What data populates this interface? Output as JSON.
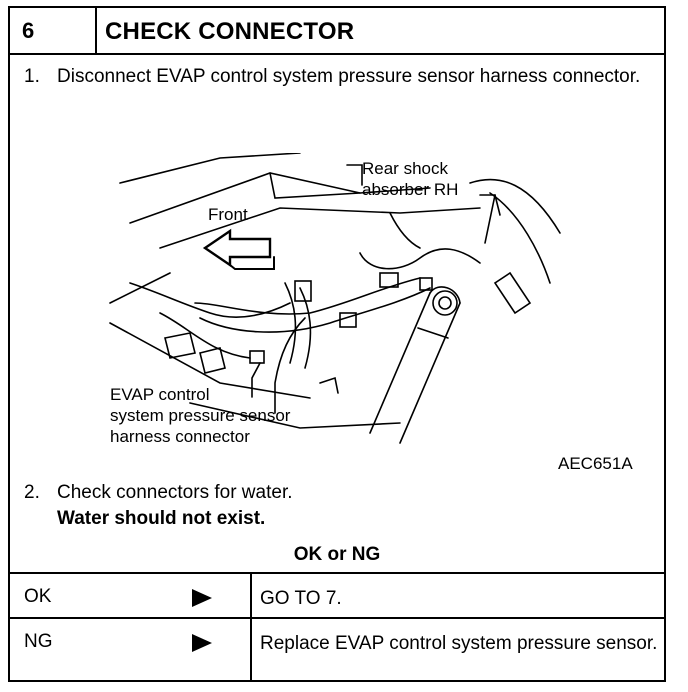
{
  "step": {
    "number": "6",
    "title": "CHECK CONNECTOR"
  },
  "instructions": [
    {
      "num": "1.",
      "text": "Disconnect EVAP control system pressure sensor harness connector."
    },
    {
      "num": "2.",
      "text": "Check connectors for water.",
      "emphasis": "Water should not exist."
    }
  ],
  "figure": {
    "labels": {
      "rear_shock": [
        "Rear shock",
        "absorber RH"
      ],
      "front": "Front",
      "evap": [
        "EVAP control",
        "system pressure sensor",
        "harness connector"
      ]
    },
    "figure_id": "AEC651A"
  },
  "result": {
    "header": "OK or NG",
    "rows": [
      {
        "label": "OK",
        "action": "GO TO 7."
      },
      {
        "label": "NG",
        "action": "Replace EVAP control system pressure sensor."
      }
    ]
  }
}
